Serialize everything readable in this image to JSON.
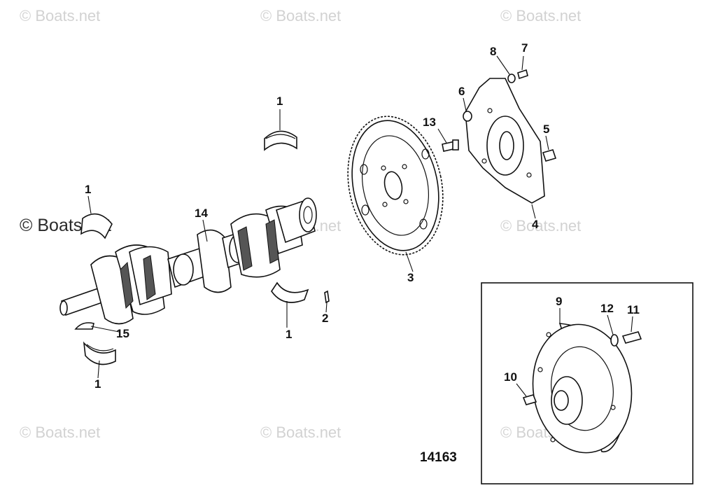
{
  "watermarks": {
    "text": "© Boats.net",
    "highlight_text": "© Boats.net"
  },
  "figure_number": "14163",
  "callouts": {
    "bearing_top": "1",
    "bearing_left": "1",
    "bearing_mid": "1",
    "bearing_bottom": "1",
    "pin": "2",
    "flywheel": "3",
    "plate": "4",
    "plate_fastener": "5",
    "plate_plug": "6",
    "plate_screw": "7",
    "plate_washer": "8",
    "coupler": "9",
    "coupler_stud": "10",
    "coupler_screw": "11",
    "coupler_washer": "12",
    "flywheel_bolt": "13",
    "crankshaft": "14",
    "key": "15"
  },
  "colors": {
    "line": "#111111",
    "watermark": "#d2d2d2",
    "background": "#ffffff"
  }
}
